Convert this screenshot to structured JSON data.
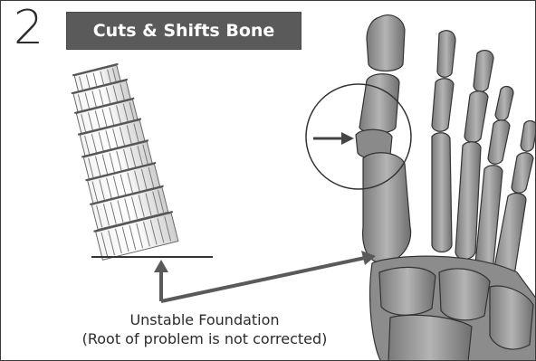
{
  "step": {
    "number": "2"
  },
  "banner": {
    "title": "Cuts & Shifts Bone"
  },
  "caption": {
    "line1": "Unstable Foundation",
    "line2": "(Root of problem is not corrected)"
  },
  "colors": {
    "banner_bg": "#5a5a5a",
    "bone": "#9a9a9a",
    "bone_dark": "#6b6b6b",
    "line": "#5a5a5a"
  },
  "icons": [
    "leaning-tower-illustration",
    "foot-skeleton-illustration",
    "arrow-icon",
    "magnify-circle"
  ]
}
